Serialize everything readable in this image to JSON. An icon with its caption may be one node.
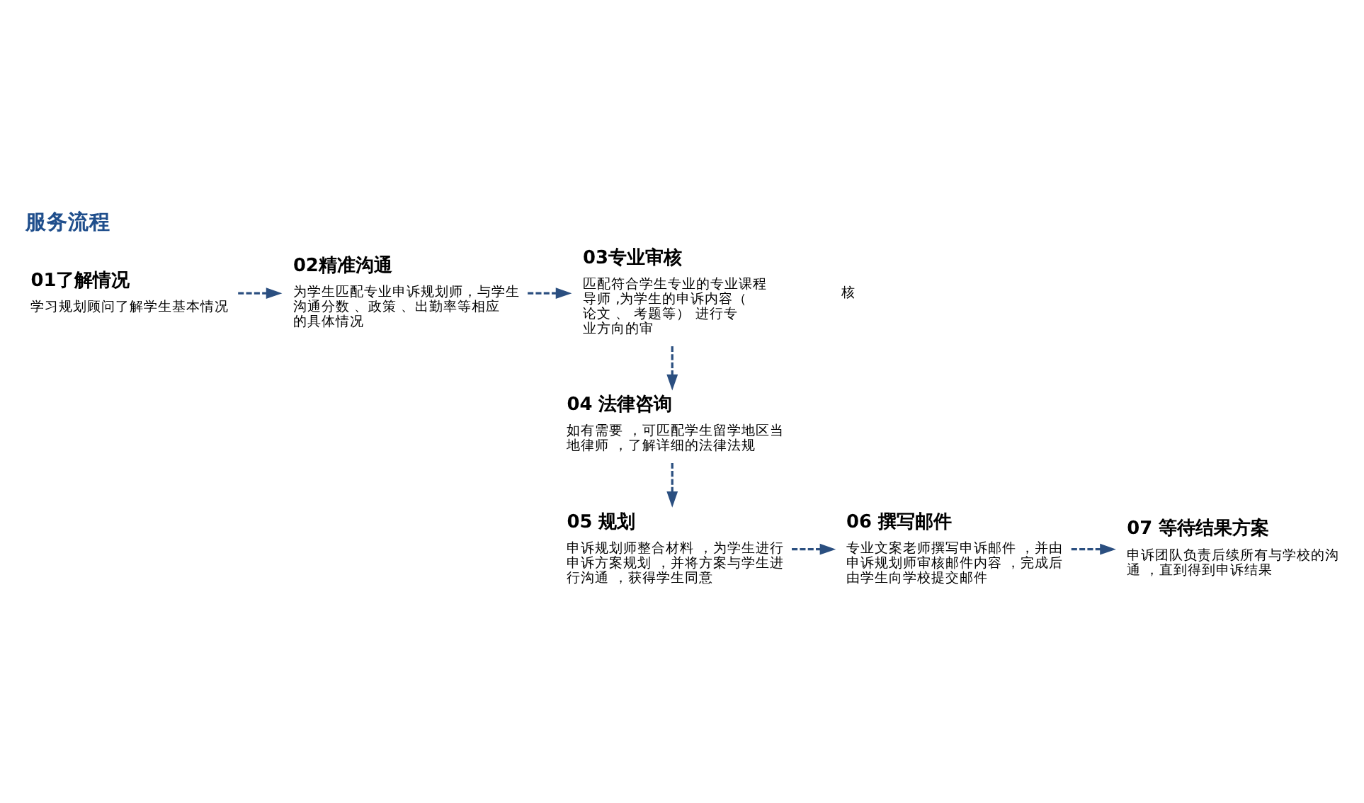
{
  "diagram": {
    "title": "服务流程",
    "nodes": [
      {
        "text": [
          "01了解情况",
          "学习规划顾问了解学生基本情况"
        ]
      },
      {
        "text": [
          "02精准沟通",
          "为学生匹配专业申诉规划师，与学生沟通分数 、政策 、出勤率等相应的具体情况"
        ]
      },
      {
        "text": [
          "03专业审核",
          "匹配符合学生专业的专业课程导师 ,为学生的申诉内容（论文 、 考题等） 进行专业方向的审"
        ]
      },
      {
        "text": [
          "04 法律咨询",
          "如有需要 ，可匹配学生留学地区当地律师 ，了解详细的法律法规"
        ]
      },
      {
        "text": [
          "05 规划",
          "申诉规划师整合材料 ，为学生进行申诉方案规划 ，并将方案与学生进行沟通 ，获得学生同意"
        ]
      },
      {
        "text": [
          "06 撰写邮件",
          "专业文案老师撰写申诉邮件 ，并由申诉规划师审核邮件内容 ，完成后由学生向学校提交邮件"
        ]
      },
      {
        "text": [
          "07 等待结果方案",
          "申诉团队负责后续所有与学校的沟通 ，直到得到申诉结果"
        ]
      }
    ],
    "edges": [
      {
        "from": 0,
        "to": 1,
        "arrow": "to",
        "style": "dashed"
      },
      {
        "from": 1,
        "to": 2,
        "arrow": "to",
        "style": "dashed"
      },
      {
        "from": 2,
        "to": 3,
        "arrow": "to",
        "style": "dashed"
      },
      {
        "from": 3,
        "to": 4,
        "arrow": "to",
        "style": "dashed"
      },
      {
        "from": 4,
        "to": 5,
        "arrow": "to",
        "style": "dashed"
      },
      {
        "from": 5,
        "to": 6,
        "arrow": "to",
        "style": "dashed"
      }
    ],
    "labels": [
      "核"
    ]
  }
}
